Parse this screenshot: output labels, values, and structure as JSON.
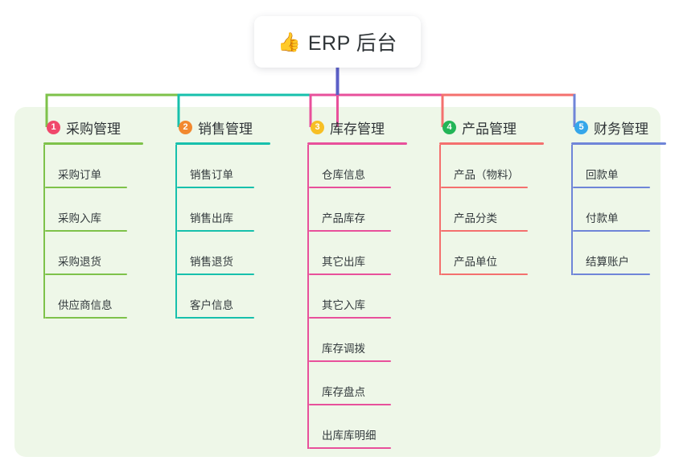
{
  "diagram": {
    "type": "mindmap-tree",
    "background_color": "#ffffff",
    "canvas_color": "#eef7e8",
    "root": {
      "icon": "thumbs-up-icon",
      "emoji": "👍",
      "label": "ERP 后台"
    },
    "trunk_color": "#5b5fc7",
    "branches": [
      {
        "index": "1",
        "badge_number": "1",
        "badge_color": "#f0486b",
        "line_color": "#7ec24a",
        "title": "采购管理",
        "items": [
          "采购订单",
          "采购入库",
          "采购退货",
          "供应商信息"
        ]
      },
      {
        "index": "2",
        "badge_number": "2",
        "badge_color": "#f2892f",
        "line_color": "#17c0ac",
        "title": "销售管理",
        "items": [
          "销售订单",
          "销售出库",
          "销售退货",
          "客户信息"
        ]
      },
      {
        "index": "3",
        "badge_number": "3",
        "badge_color": "#f7bf24",
        "line_color": "#e8509b",
        "title": "库存管理",
        "items": [
          "仓库信息",
          "产品库存",
          "其它出库",
          "其它入库",
          "库存调拨",
          "库存盘点",
          "出库库明细"
        ]
      },
      {
        "index": "4",
        "badge_number": "4",
        "badge_color": "#23b557",
        "line_color": "#f4706e",
        "title": "产品管理",
        "items": [
          "产品（物料）",
          "产品分类",
          "产品单位"
        ]
      },
      {
        "index": "5",
        "badge_number": "5",
        "badge_color": "#35a6ea",
        "line_color": "#6f85d8",
        "title": "财务管理",
        "items": [
          "回款单",
          "付款单",
          "结算账户"
        ]
      }
    ]
  }
}
